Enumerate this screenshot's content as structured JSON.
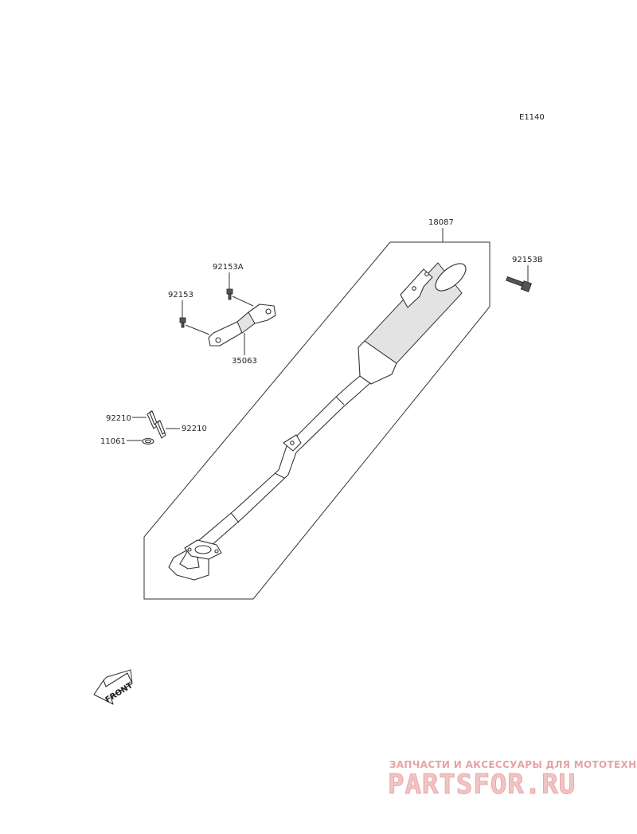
{
  "diagram": {
    "code": "E1140",
    "parts": {
      "muffler": "18087",
      "bolt_b": "92153B",
      "bolt_a": "92153A",
      "bolt": "92153",
      "bracket": "35063",
      "clamp_left": "92210",
      "clamp_right": "92210",
      "gasket": "11061"
    },
    "direction": "FRONT"
  },
  "watermark": {
    "tagline": "ЗАПЧАСТИ И АКСЕССУАРЫ ДЛЯ МОТОТЕХНИКИ",
    "logo": "PARTSFOR.RU"
  }
}
